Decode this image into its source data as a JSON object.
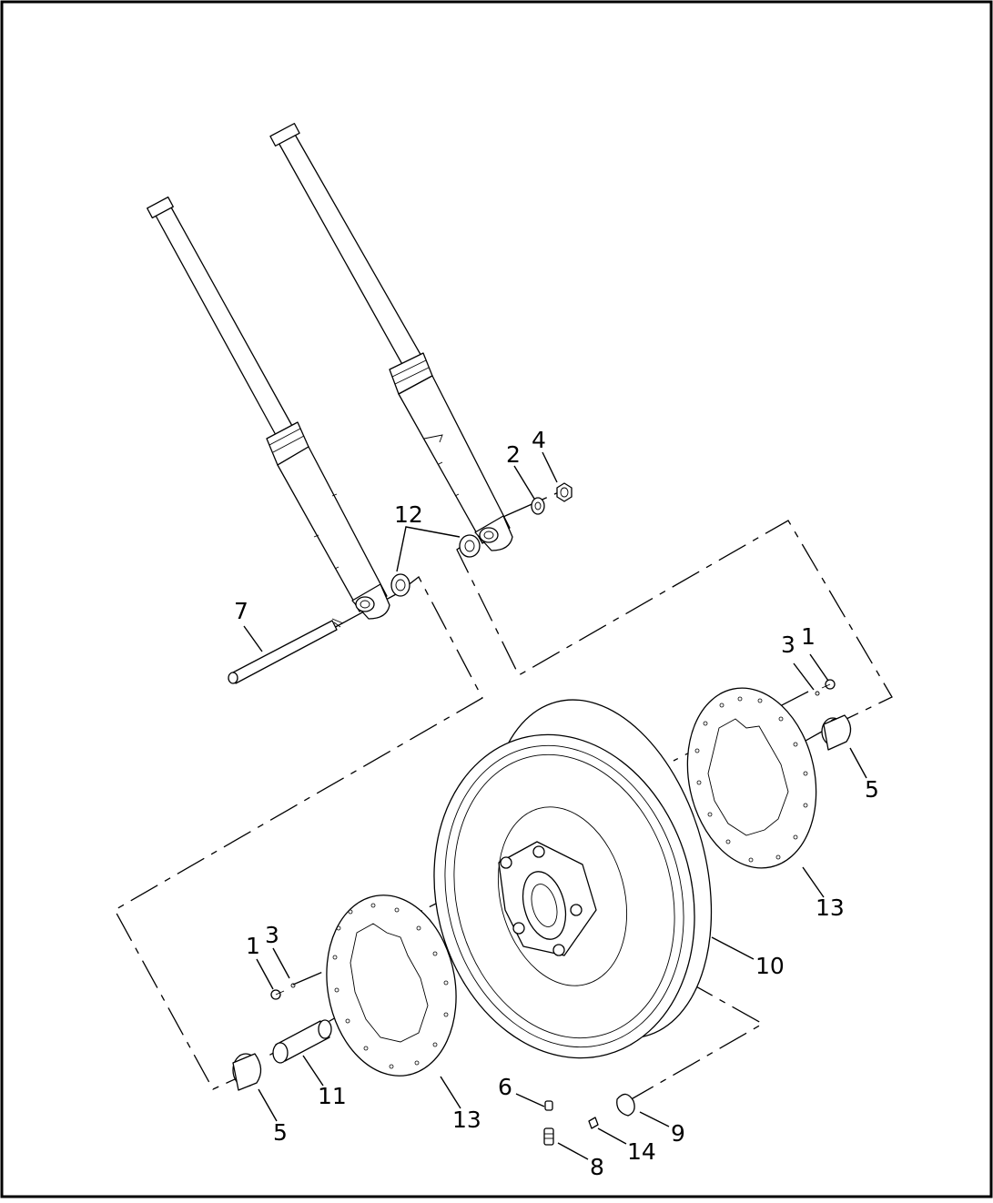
{
  "callouts": {
    "c1_right": "1",
    "c1_left": "1",
    "c2": "2",
    "c3_right": "3",
    "c3_left": "3",
    "c4": "4",
    "c5_right": "5",
    "c5_left": "5",
    "c6": "6",
    "c7": "7",
    "c8": "8",
    "c9": "9",
    "c10": "10",
    "c11": "11",
    "c12": "12",
    "c13_right": "13",
    "c13_left": "13",
    "c14": "14"
  },
  "colors": {
    "line": "#000000",
    "background": "#ffffff"
  }
}
